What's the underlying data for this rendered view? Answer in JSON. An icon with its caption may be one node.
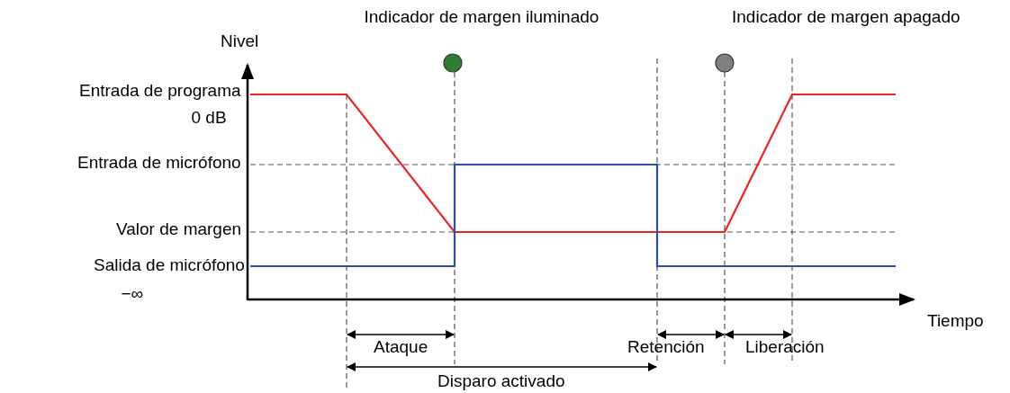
{
  "diagram": {
    "labels": [
      "Nivel",
      "Indicador de margen iluminado",
      "Indicador de margen apagado",
      "Entrada de programa",
      "0 dB",
      "Entrada de micrófono",
      "Valor de margen",
      "Salida de micrófono",
      "−∞",
      "Tiempo",
      "Ataque",
      "Retención",
      "Liberación",
      "Disparo activado"
    ]
  }
}
